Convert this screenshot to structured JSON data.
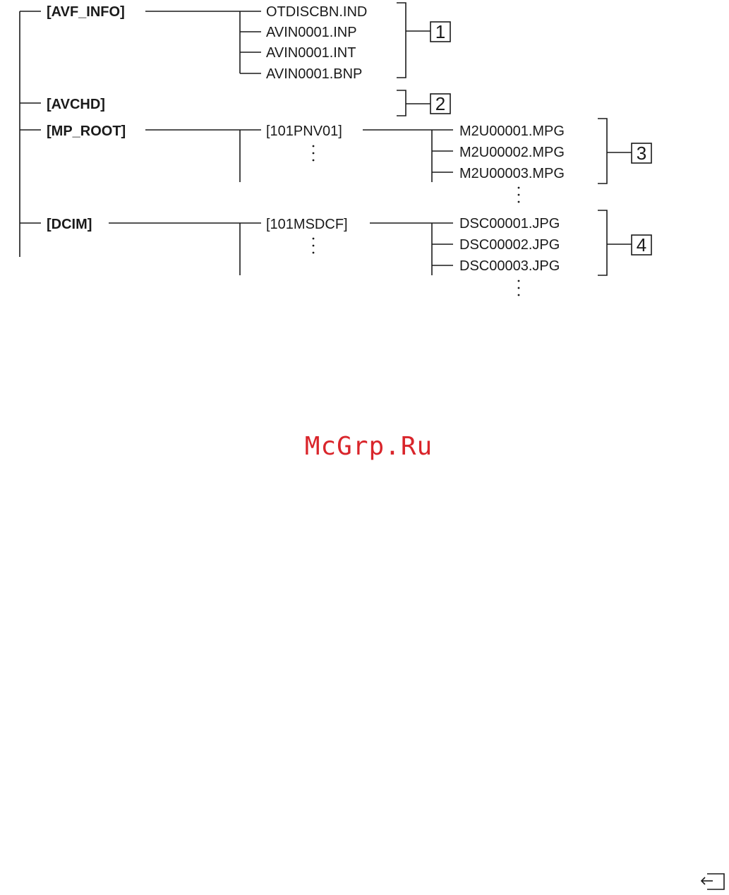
{
  "folders": {
    "avf_info": "[AVF_INFO]",
    "avchd": "[AVCHD]",
    "mp_root": "[MP_ROOT]",
    "dcim": "[DCIM]"
  },
  "avf_files": [
    "OTDISCBN.IND",
    "AVIN0001.INP",
    "AVIN0001.INT",
    "AVIN0001.BNP"
  ],
  "subfolders": {
    "mp_root_sub": "[101PNV01]",
    "dcim_sub": "[101MSDCF]"
  },
  "mpg_files": [
    "M2U00001.MPG",
    "M2U00002.MPG",
    "M2U00003.MPG"
  ],
  "jpg_files": [
    "DSC00001.JPG",
    "DSC00002.JPG",
    "DSC00003.JPG"
  ],
  "callouts": [
    "1",
    "2",
    "3",
    "4"
  ],
  "watermark": "McGrp.Ru",
  "icons": {
    "corner": "return-arrow-icon"
  },
  "colors": {
    "ink": "#1a1a1a",
    "watermark": "#d9252b"
  }
}
